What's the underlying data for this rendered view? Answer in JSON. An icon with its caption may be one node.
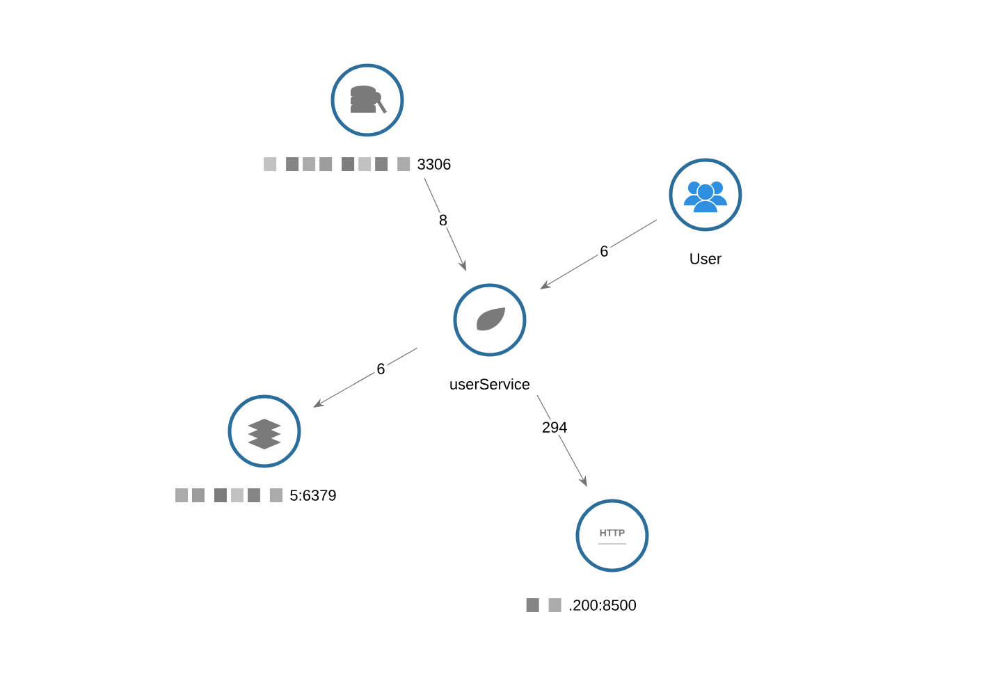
{
  "diagram": {
    "nodes": [
      {
        "text": [
          "3306"
        ]
      },
      {
        "text": [
          "userService"
        ]
      },
      {
        "text": [
          "User"
        ]
      },
      {
        "text": [
          "5:6379"
        ]
      },
      {
        "text": [
          ".200:8500"
        ]
      }
    ],
    "edges": [
      {
        "from": 0,
        "to": 1,
        "arrow": "to",
        "label": "8"
      },
      {
        "from": 2,
        "to": 1,
        "arrow": "to",
        "label": "6"
      },
      {
        "from": 1,
        "to": 3,
        "arrow": "to",
        "label": "6"
      },
      {
        "from": 1,
        "to": 4,
        "arrow": "to",
        "label": "294"
      }
    ],
    "labels": [
      "HTTP"
    ]
  }
}
